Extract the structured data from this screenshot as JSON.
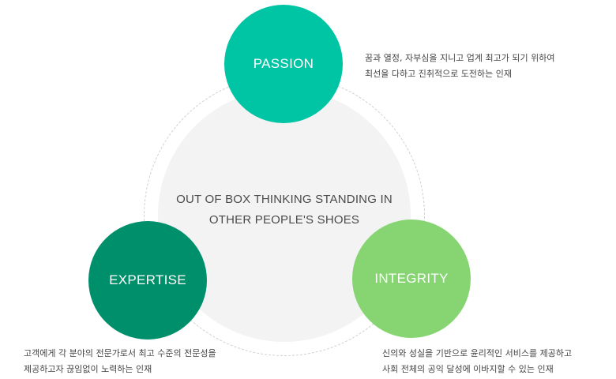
{
  "center": {
    "line1": "OUT OF BOX THINKING STANDING IN",
    "line2": "OTHER PEOPLE'S SHOES"
  },
  "nodes": {
    "passion": {
      "label": "PASSION",
      "color": "#00c5a5",
      "desc_line1": "꿈과 열정, 자부심을 지니고 업계 최고가 되기 위하여",
      "desc_line2": "최선을 다하고 진취적으로 도전하는 인재"
    },
    "expertise": {
      "label": "EXPERTISE",
      "color": "#008f6b",
      "desc_line1": "고객에게 각 분야의 전문가로서 최고 수준의 전문성을",
      "desc_line2": "제공하고자 끊임없이 노력하는 인재"
    },
    "integrity": {
      "label": "INTEGRITY",
      "color": "#86d572",
      "desc_line1": "신의와 성실을 기반으로 윤리적인 서비스를 제공하고",
      "desc_line2": "사회 전체의 공익 달성에 이바지할 수 있는 인재"
    }
  }
}
